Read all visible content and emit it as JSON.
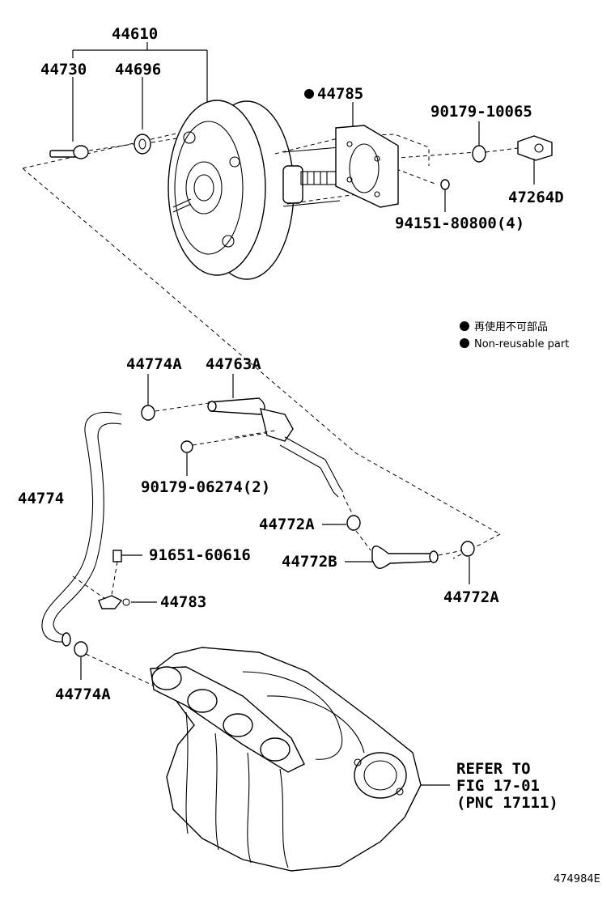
{
  "callouts": {
    "assembly": "44610",
    "clevis": "44730",
    "grommet": "44696",
    "gasket": "44785",
    "nut": "90179-10065",
    "pin": "47264D",
    "nuts_booster": "94151-80800(4)",
    "clamp_upper": "44774A",
    "check_valve": "44763A",
    "nut_bracket": "90179-06274(2)",
    "hose_long": "44774",
    "bolt": "91651-60616",
    "clip": "44783",
    "clamp_mid": "44772A",
    "hose_short": "44772B",
    "clamp_right": "44772A",
    "clamp_lower": "44774A"
  },
  "legend": {
    "jp": "再使用不可部品",
    "en": "Non-reusable part"
  },
  "refer": {
    "line1": "REFER TO",
    "line2": "FIG 17-01",
    "line3": "(PNC 17111)"
  },
  "figure_id": "474984E"
}
